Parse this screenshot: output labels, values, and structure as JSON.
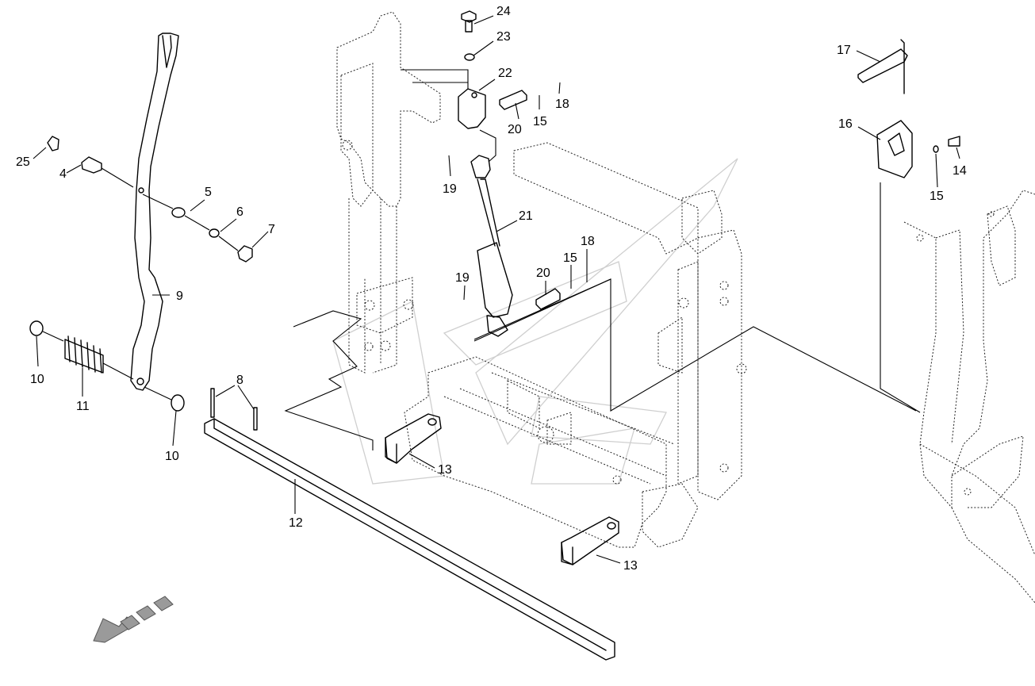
{
  "callouts": [
    {
      "id": "c24",
      "text": "24"
    },
    {
      "id": "c23",
      "text": "23"
    },
    {
      "id": "c22",
      "text": "22"
    },
    {
      "id": "c20a",
      "text": "20"
    },
    {
      "id": "c15a",
      "text": "15"
    },
    {
      "id": "c18a",
      "text": "18"
    },
    {
      "id": "c19a",
      "text": "19"
    },
    {
      "id": "c21",
      "text": "21"
    },
    {
      "id": "c18b",
      "text": "18"
    },
    {
      "id": "c15b",
      "text": "15"
    },
    {
      "id": "c20b",
      "text": "20"
    },
    {
      "id": "c19b",
      "text": "19"
    },
    {
      "id": "c17",
      "text": "17"
    },
    {
      "id": "c16",
      "text": "16"
    },
    {
      "id": "c14",
      "text": "14"
    },
    {
      "id": "c15c",
      "text": "15"
    },
    {
      "id": "c25",
      "text": "25"
    },
    {
      "id": "c4",
      "text": "4"
    },
    {
      "id": "c5",
      "text": "5"
    },
    {
      "id": "c6",
      "text": "6"
    },
    {
      "id": "c7",
      "text": "7"
    },
    {
      "id": "c9",
      "text": "9"
    },
    {
      "id": "c10a",
      "text": "10"
    },
    {
      "id": "c11",
      "text": "11"
    },
    {
      "id": "c8",
      "text": "8"
    },
    {
      "id": "c10b",
      "text": "10"
    },
    {
      "id": "c12",
      "text": "12"
    },
    {
      "id": "c13a",
      "text": "13"
    },
    {
      "id": "c13b",
      "text": "13"
    }
  ],
  "icons": {
    "direction_arrow": "travel-direction-arrow-icon"
  }
}
